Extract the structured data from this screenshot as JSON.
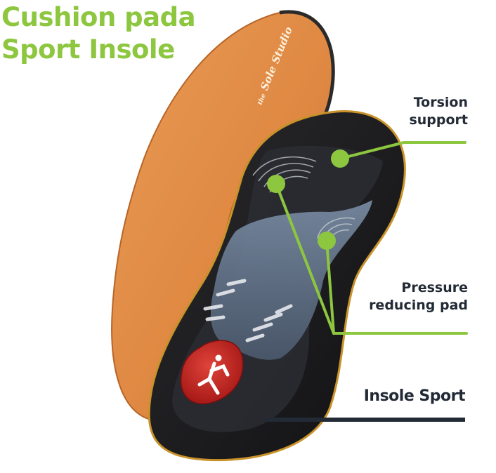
{
  "title": {
    "line1": "Cushion pada",
    "line2": "Sport Insole"
  },
  "brand_logo": "the Sole Studio",
  "callouts": {
    "torsion": {
      "line1": "Torsion",
      "line2": "support"
    },
    "pressure": {
      "line1": "Pressure",
      "line2": "reducing pad"
    },
    "sport": {
      "label": "Insole Sport"
    }
  },
  "colors": {
    "accent_green": "#8dc63f",
    "label_dark": "#222a35",
    "leather_orange": "#e08a44",
    "insole_black": "#1c1c1e",
    "heel_red": "#c0221e"
  }
}
